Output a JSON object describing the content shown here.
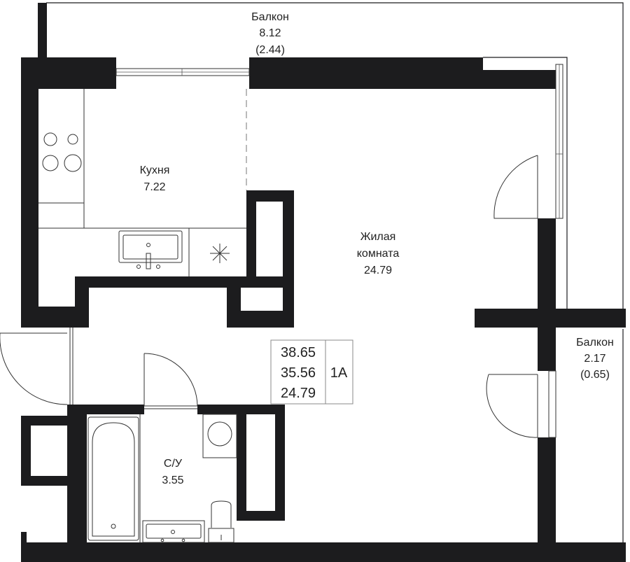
{
  "rooms": {
    "balcony_top": {
      "name": "Балкон",
      "area": "8.12",
      "area_paren": "(2.44)"
    },
    "kitchen": {
      "name": "Кухня",
      "area": "7.22"
    },
    "living": {
      "name_line1": "Жилая",
      "name_line2": "комната",
      "area": "24.79"
    },
    "balcony_right": {
      "name": "Балкон",
      "area": "2.17",
      "area_paren": "(0.65)"
    },
    "bathroom": {
      "name": "С/У",
      "area": "3.55"
    }
  },
  "summary": {
    "total_area": "38.65",
    "living_space": "35.56",
    "room_area": "24.79",
    "unit_type": "1А"
  },
  "colors": {
    "wall": "#1c1c1e",
    "background": "#ffffff",
    "text": "#222222"
  }
}
